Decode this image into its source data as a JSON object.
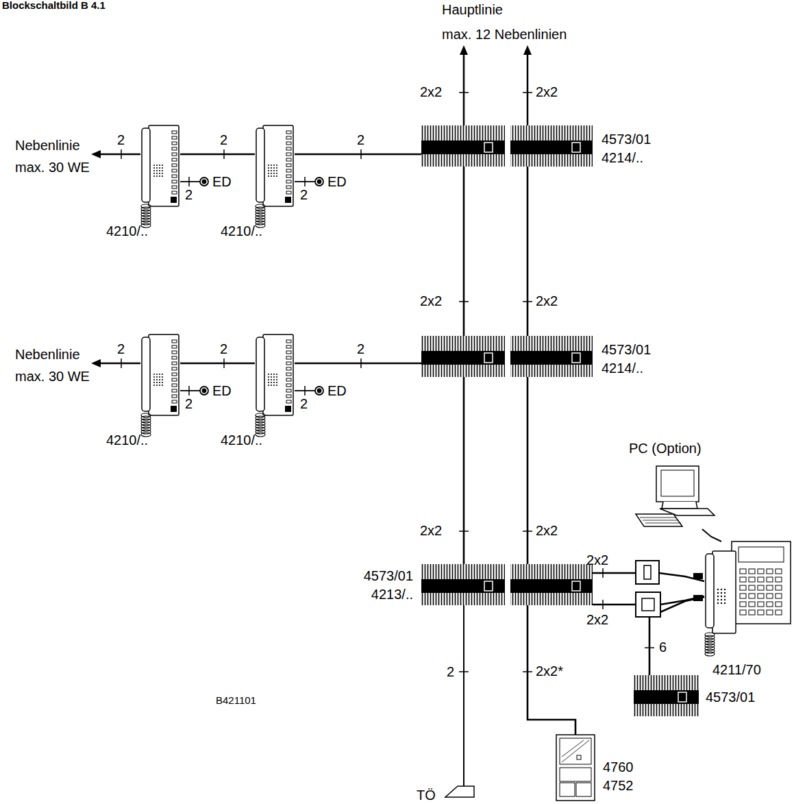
{
  "diagram": {
    "title": "Blockschaltbild B 4.1",
    "nodes": [
      {
        "text": [
          "4573/01",
          "4214/.."
        ]
      },
      {
        "text": [
          "4210/.."
        ]
      },
      {
        "text": [
          "4210/.."
        ]
      },
      {
        "text": [
          "4573/01",
          "4214/.."
        ]
      },
      {
        "text": [
          "4210/.."
        ]
      },
      {
        "text": [
          "4210/.."
        ]
      },
      {
        "text": [
          "PC (Option)"
        ]
      },
      {
        "text": [
          "4573/01",
          "4213/.."
        ]
      },
      {
        "text": [
          "4211/70"
        ]
      },
      {
        "text": [
          "4573/01"
        ]
      },
      {
        "text": [
          "4760",
          "4752"
        ]
      }
    ],
    "edges": [
      {
        "from": 1,
        "to": 2,
        "label": "2",
        "arrow": "none"
      },
      {
        "from": 2,
        "to": 0,
        "label": "2",
        "arrow": "none"
      },
      {
        "from": 0,
        "to": 3,
        "label": "2x2",
        "arrow": "none"
      },
      {
        "from": 0,
        "to": 3,
        "label": "2x2",
        "arrow": "none"
      },
      {
        "from": 4,
        "to": 5,
        "label": "2",
        "arrow": "none"
      },
      {
        "from": 5,
        "to": 3,
        "label": "2",
        "arrow": "none"
      },
      {
        "from": 3,
        "to": 7,
        "label": "2x2",
        "arrow": "none"
      },
      {
        "from": 3,
        "to": 7,
        "label": "2x2",
        "arrow": "none"
      },
      {
        "from": 7,
        "to": 8,
        "label": "2x2",
        "arrow": "none"
      },
      {
        "from": 7,
        "to": 8,
        "label": "2x2",
        "arrow": "none"
      },
      {
        "from": 9,
        "to": 8,
        "label": "6",
        "arrow": "none"
      },
      {
        "from": 7,
        "to": 10,
        "label": "2x2*",
        "arrow": "none"
      },
      {
        "from": 6,
        "to": 8,
        "arrow": "none"
      }
    ],
    "labels": [
      "2x2",
      "2x2",
      "Hauptlinie",
      "max. 12 Nebenlinien",
      "Nebenlinie",
      "max. 30 WE",
      "2",
      "2",
      "ED",
      "2",
      "ED",
      "Nebenlinie",
      "max. 30 WE",
      "2",
      "2",
      "ED",
      "2",
      "ED",
      "2",
      "TÖ",
      "B421101"
    ]
  }
}
